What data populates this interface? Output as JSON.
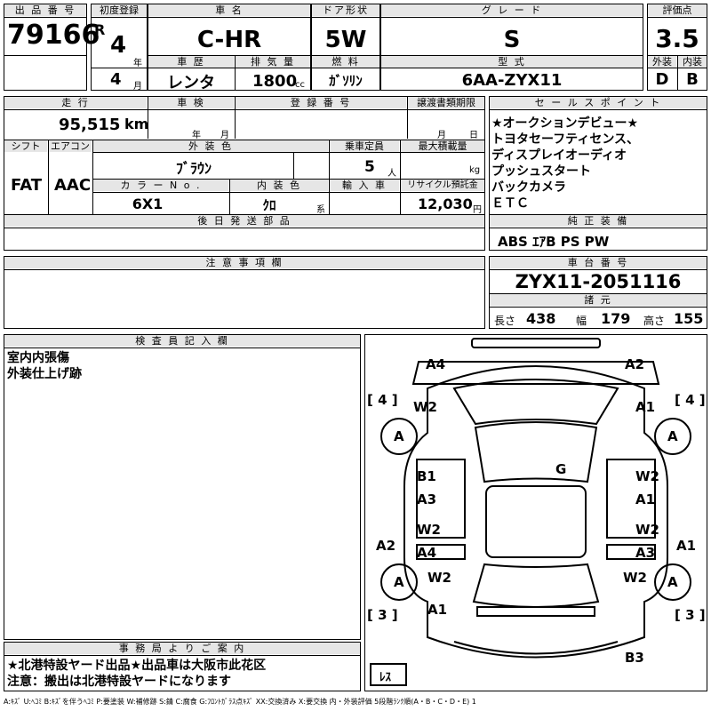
{
  "top": {
    "lot_label": "出 品 番 号",
    "lot_no": "79166",
    "first_reg_label": "初度登録",
    "reg_era": "R",
    "reg_year": "4",
    "year_unit": "年",
    "reg_month": "4",
    "month_unit": "月",
    "car_name_label": "車 名",
    "car_name": "C-HR",
    "history_label": "車 歴",
    "history": "レンタ",
    "displacement_label": "排 気 量",
    "displacement": "1800",
    "cc": "cc",
    "door_label": "ドア形状",
    "door": "5W",
    "fuel_label": "燃 料",
    "fuel": "ｶﾞｿﾘﾝ",
    "grade_label": "グ レ ー ド",
    "grade": "S",
    "model_label": "型 式",
    "model": "6AA-ZYX11",
    "score_label": "評価点",
    "score": "3.5",
    "ext_label": "外装",
    "int_label": "内装",
    "ext": "D",
    "int": "B"
  },
  "row2": {
    "mileage_label": "走 行",
    "mileage": "95,515",
    "km": "km",
    "inspection_label": "車 検",
    "insp_year": "年",
    "insp_month": "月",
    "regno_label": "登 録 番 号",
    "transfer_label": "譲渡書類期限",
    "tr_month": "月",
    "tr_day": "日",
    "shift_label": "シフト",
    "ac_label": "エアコン",
    "shift": "FAT",
    "ac": "AAC",
    "color_label": "外 装 色",
    "color": "ﾌﾞﾗｳﾝ",
    "capacity_label": "乗車定員",
    "capacity": "5",
    "capacity_unit": "人",
    "load_label": "最大積載量",
    "load_unit": "kg",
    "color_no_label": "カ ラ ー N o .",
    "color_no": "6X1",
    "interior_label": "内 装 色",
    "interior": "ｸﾛ",
    "interior_unit": "系",
    "import_label": "輸 入 車",
    "recycle_label": "リサイクル預託金",
    "recycle": "12,030",
    "yen": "円",
    "later_label": "後 日 発 送 部 品",
    "notes_label": "注 意 事 項 欄"
  },
  "sales": {
    "label": "セ ー ル ス ポ イ ン ト",
    "lines": [
      "★オークションデビュー★",
      "トヨタセーフティセンス、",
      "ディスプレイオーディオ",
      "プッシュスタート",
      "バックカメラ",
      "ＥＴＣ"
    ]
  },
  "equip": {
    "label": "純 正 装 備",
    "value": "ABS ｴｱB PS PW"
  },
  "chassis": {
    "label": "車 台 番 号",
    "value": "ZYX11-2051116",
    "spec_label": "諸 元",
    "len_label": "長さ",
    "len": "438",
    "wid_label": "幅",
    "wid": "179",
    "hei_label": "高さ",
    "hei": "155"
  },
  "inspector": {
    "label": "検 査 員 記 入 欄",
    "lines": [
      "室内内張傷",
      "外装仕上げ跡"
    ]
  },
  "office": {
    "label": "事 務 局 よ り ご 案 内",
    "lines": [
      "★北港特設ヤード出品★出品車は大阪市此花区",
      "注意：搬出は北港特設ヤードになります"
    ]
  },
  "diagram": {
    "marks": {
      "a4": "A4",
      "a2_top": "A2",
      "w2_fl": "W2",
      "a1_fr": "A1",
      "tire_fl": "A",
      "tire_fr": "A",
      "b1": "B1",
      "a3_l": "A3",
      "w2_r1": "W2",
      "a1_r1": "A1",
      "g": "G",
      "w2_l2": "W2",
      "a4_l2": "A4",
      "w2_r2": "W2",
      "a3_r2": "A3",
      "a2_l": "A2",
      "a1_r": "A1",
      "tire_rl": "A",
      "w2_rl": "W2",
      "w2_rr": "W2",
      "tire_rr": "A",
      "a1_rear": "A1",
      "b3": "B3"
    },
    "tread": {
      "fl": "4",
      "fr": "4",
      "rl": "3",
      "rr": "3"
    },
    "spare_label": "ﾚｽ"
  },
  "legend": "A:ｷｽﾞ U:ﾍｺﾐ B:ｷｽﾞを伴うﾍｺﾐ P:要塗装 W:補修跡 S:錆 C:腐食 G:ﾌﾛﾝﾄｶﾞﾗｽ点ｷｽﾞ XX:交換済み X:要交換 内・外装評価 5段階ﾗﾝｸ順(A・B・C・D・E) 1"
}
